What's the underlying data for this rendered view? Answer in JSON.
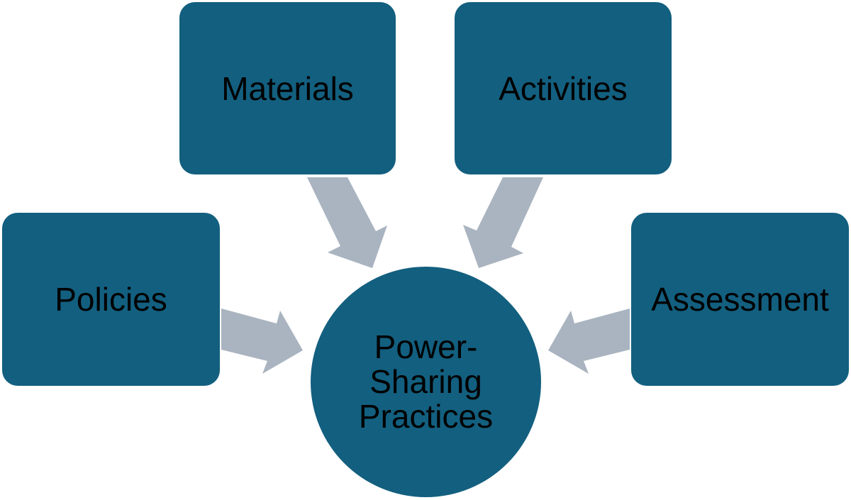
{
  "diagram": {
    "type": "converging-radial",
    "colors": {
      "node_fill": "#135F7F",
      "arrow_fill": "#A9B4C0",
      "text": "#000000",
      "background": "#FFFFFF"
    },
    "center": {
      "lines": [
        "Power-",
        "Sharing",
        "Practices"
      ]
    },
    "inputs": [
      {
        "id": "materials",
        "label": "Materials"
      },
      {
        "id": "activities",
        "label": "Activities"
      },
      {
        "id": "policies",
        "label": "Policies"
      },
      {
        "id": "assessment",
        "label": "Assessment"
      }
    ],
    "edges": [
      {
        "from": "materials",
        "to": "center"
      },
      {
        "from": "activities",
        "to": "center"
      },
      {
        "from": "policies",
        "to": "center"
      },
      {
        "from": "assessment",
        "to": "center"
      }
    ]
  }
}
